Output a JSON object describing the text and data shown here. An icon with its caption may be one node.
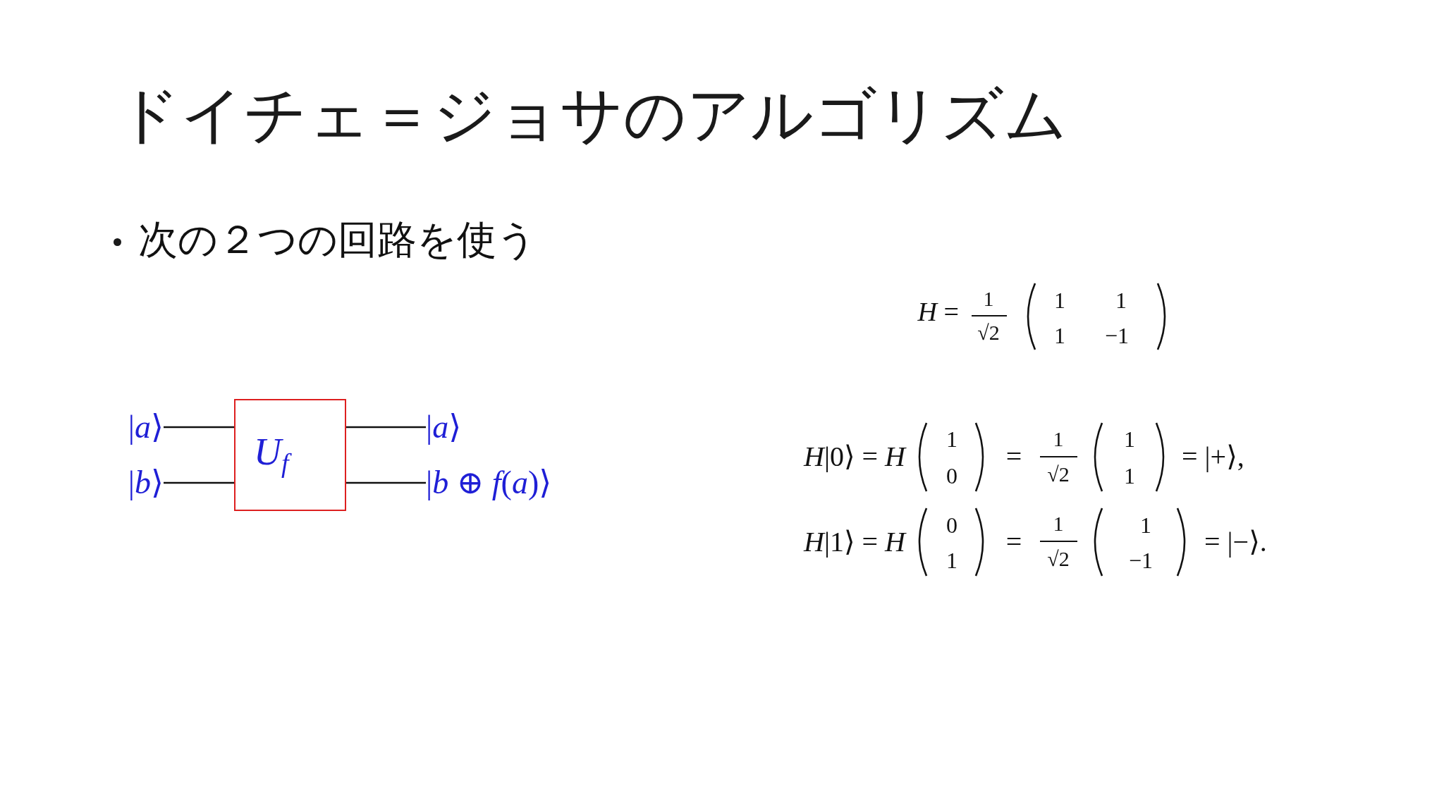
{
  "diagram": {
    "title": "ドイチェ＝ジョサのアルゴリズム",
    "nodes": [
      {
        "text": [
          "|*a*⟩"
        ]
      },
      {
        "text": [
          "|*b*⟩"
        ]
      },
      {
        "text": [
          "U$_{f}$"
        ]
      },
      {
        "text": [
          "|*a*⟩"
        ]
      },
      {
        "text": [
          "|*b* ⊕ *f*(*a*)⟩"
        ]
      }
    ],
    "edges": [
      {
        "from": 0,
        "to": 2,
        "arrow": "none"
      },
      {
        "from": 1,
        "to": 2,
        "arrow": "none"
      },
      {
        "from": 2,
        "to": 3,
        "arrow": "none"
      },
      {
        "from": 2,
        "to": 4,
        "arrow": "none"
      }
    ],
    "labels": [
      "次の２つの回路を使う",
      "*H* =",
      "1",
      "√2",
      "1",
      "1",
      "1",
      "−1",
      "*H*|0⟩ = *H*",
      "1",
      "0",
      "=",
      "1",
      "√2",
      "1",
      "1",
      "= |+⟩,",
      "*H*|1⟩ = *H*",
      "0",
      "1",
      "=",
      "1",
      "√2",
      "1",
      "−1",
      "= |−⟩."
    ]
  }
}
